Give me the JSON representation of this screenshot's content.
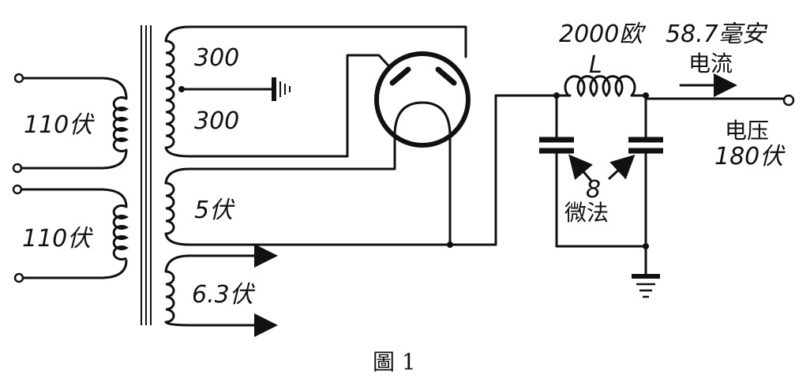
{
  "labels": {
    "primary_top": "110伏",
    "primary_bottom": "110伏",
    "hv_top": "300",
    "hv_bottom": "300",
    "fil_5v": "5伏",
    "fil_63v": "6.3伏",
    "choke_value": "2000欧",
    "choke_symbol": "L",
    "current_value": "58.7毫安",
    "current_word": "电流",
    "voltage_word": "电压",
    "voltage_value": "180伏",
    "cap_value": "8",
    "cap_unit": "微法",
    "caption": "圖 1"
  }
}
